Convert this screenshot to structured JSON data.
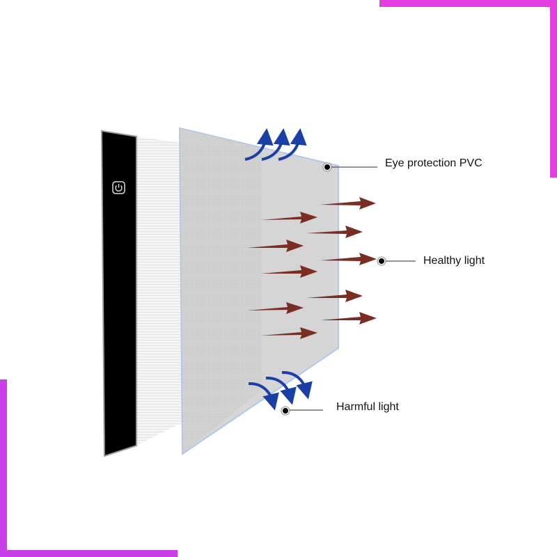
{
  "labels": {
    "pvc": "Eye protection PVC",
    "healthy": "Healthy light",
    "harmful": "Harmful light"
  },
  "colors": {
    "frame": "#e53ee0",
    "healthy_arrow": "#7a2d22",
    "harmful_arrow": "#1a3fa6",
    "pvc_sheet": "#d3d3d3",
    "pad_bezel": "#000000"
  },
  "icons": [
    "power-icon"
  ]
}
